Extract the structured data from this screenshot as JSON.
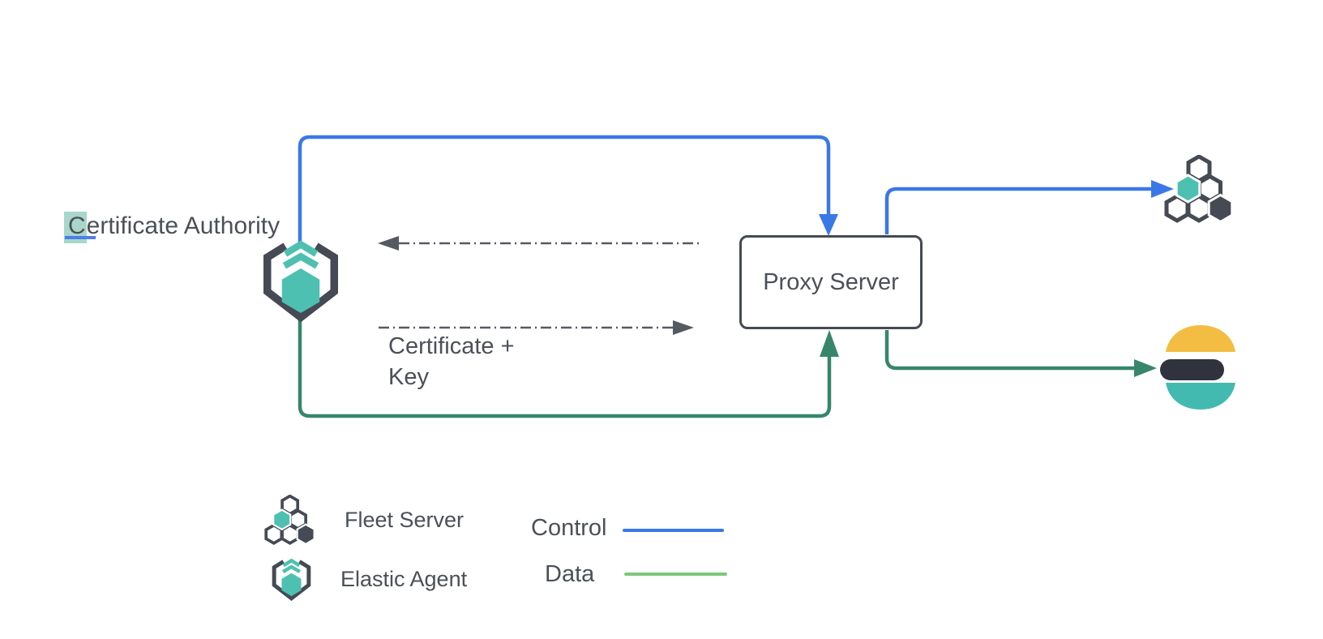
{
  "title": "Elastic Agent certificate and proxy architecture diagram",
  "colors": {
    "control_blue": "#3b78e7",
    "data_green": "#37866c",
    "data_green_light": "#7dc87c",
    "teal": "#4ec0b1",
    "dark": "#454a54",
    "text": "#4b5058",
    "dash_gray": "#555a62",
    "es_yellow": "#f2bd42",
    "es_dark": "#30323e",
    "es_teal": "#43bab0",
    "selection_highlight": "#a9d6cb",
    "caret_blue": "#4a7fe8",
    "white": "#ffffff"
  },
  "nodes": {
    "certificate_authority": {
      "selected_char": "C",
      "rest_label": "ertificate Authority",
      "icon": "elastic-agent-icon"
    },
    "proxy_server": {
      "label": "Proxy Server"
    },
    "fleet_server": {
      "icon": "fleet-server-icon"
    },
    "elasticsearch": {
      "icon": "elasticsearch-icon"
    }
  },
  "annotations": {
    "certificate_key": {
      "line1": "Certificate +",
      "line2": "Key"
    }
  },
  "legend": {
    "items": [
      {
        "label": "Fleet Server",
        "icon": "fleet-server-icon"
      },
      {
        "label": "Elastic Agent",
        "icon": "elastic-agent-icon"
      }
    ],
    "lines": [
      {
        "label": "Control",
        "color": "#3b78e7"
      },
      {
        "label": "Data",
        "color": "#7dc87c"
      }
    ]
  }
}
